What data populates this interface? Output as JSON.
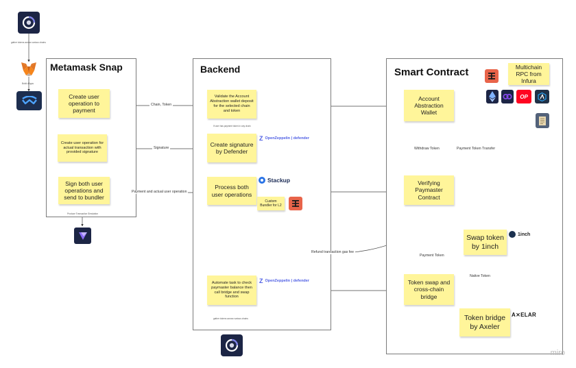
{
  "frames": {
    "metamask_title": "Metamask Snap",
    "backend_title": "Backend",
    "contract_title": "Smart Contract"
  },
  "stickies": {
    "create_user_op": "Create user operation to payment",
    "create_actual_op": "Create user operation for actual transaction with provided signature",
    "sign_both": "Sign both user operations and send to bundler",
    "validate_aa": "Validate the Account Abstraction wallet deposit for the selected chain and token",
    "create_sig": "Create signature by Defender",
    "process_both": "Process both user operations",
    "custom_bundler": "Custom Bundler for L2",
    "automate_task": "Automate task to check paymaster balance then call bridge and swap function",
    "aa_wallet": "Account Abstraction Wallet",
    "verifying_paymaster": "Verifying Paymaster Contract",
    "swap_1inch": "Swap token by 1inch",
    "token_swap": "Token swap and cross-chain bridge",
    "token_bridge": "Token bridge by Axeler",
    "multichain_rpc": "Multichain RPC from Infura"
  },
  "edge_labels": {
    "chain_token": "Chain, Token",
    "signature": "Signature",
    "payment_actual": "Payment and actual user operation",
    "withdraw_token": "Withdraw Token",
    "payment_token_transfer": "Payment Token Transfer",
    "refund_gas": "Refund transaction gas fee",
    "payment_token": "Payment Token",
    "native_token": "Native Token"
  },
  "tiny_notes": {
    "gather_top": "gather tokens across various chains",
    "build_dapps": "Build dApps",
    "user_no_payment": "If user has payment token in any chain",
    "produce_tx": "Produce Transaction Simulation",
    "gather_bottom": "gather tokens across various chains"
  },
  "brands": {
    "oz_1": "OpenZeppelin | defender",
    "oz_2": "OpenZeppelin | defender",
    "stackup": "Stackup",
    "axelar": "A⨯ELAR",
    "oneinch": "1inch",
    "op_logo": "OP"
  },
  "icons": {
    "metamask": "metamask-fox-icon",
    "walletconnect": "walletconnect-icon",
    "tenderly": "tenderly-icon",
    "celo_top": "circular-token-icon",
    "celo_bottom": "circular-token-icon",
    "taiko": "taiko-icon",
    "ethereum": "ethereum-icon",
    "polygon": "polygon-icon",
    "optimism": "optimism-icon",
    "arbitrum": "arbitrum-icon",
    "document": "document-icon"
  },
  "colors": {
    "sticky": "#fff59a",
    "taiko": "#e8644a",
    "stackup": "#2b74e6",
    "oz": "#4e5ee4",
    "celo_bg": "#1c2545",
    "tenderly_bg": "#1c2545"
  },
  "watermark": "miro"
}
